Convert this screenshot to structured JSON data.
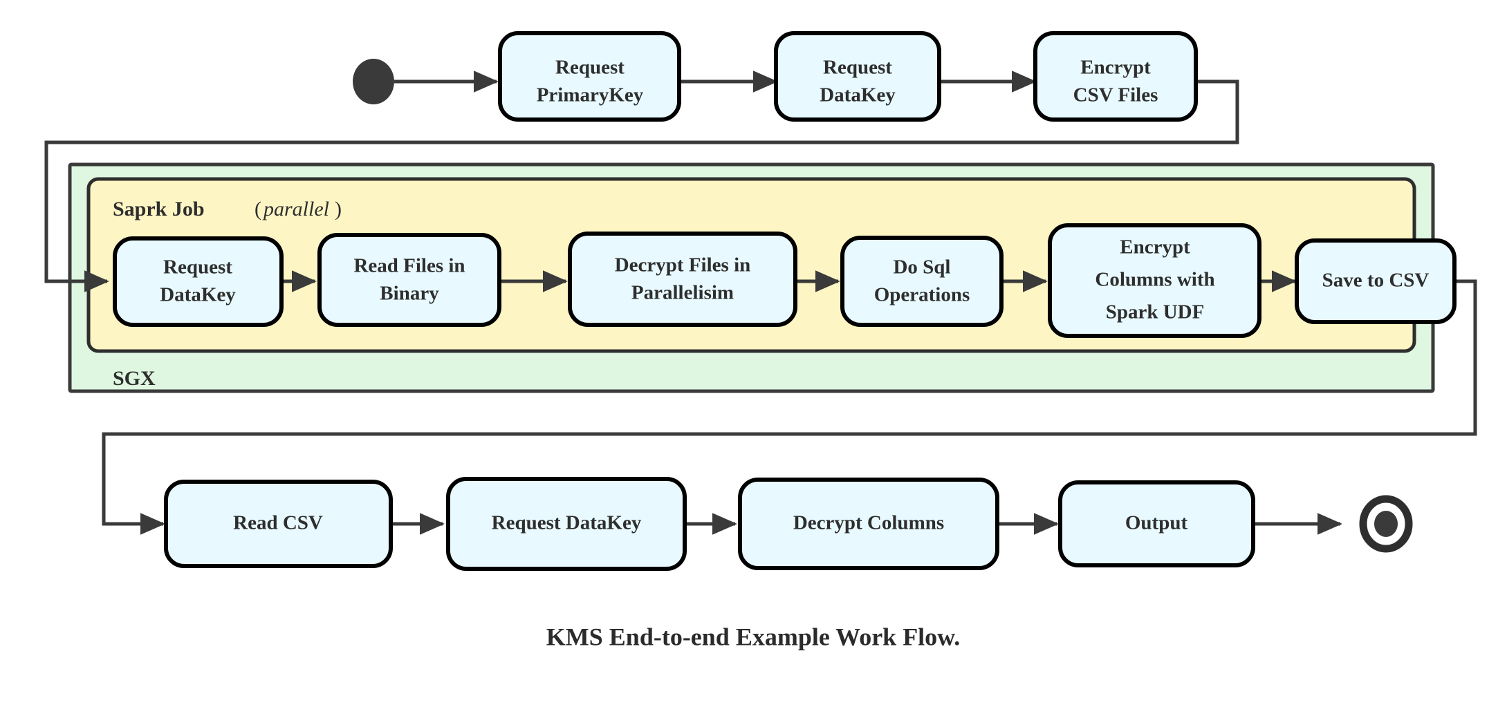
{
  "diagram": {
    "caption": "KMS End-to-end Example Work Flow.",
    "colors": {
      "node_fill": "#e8faff",
      "node_stroke": "#000000",
      "sgx_fill": "#dff7e1",
      "spark_fill": "#fdf5c4",
      "group_stroke": "#3a3a3a",
      "edge_stroke": "#3a3a3a",
      "text": "#2e2e2e",
      "background": "#ffffff"
    },
    "groups": [
      {
        "id": "sgx",
        "label": "SGX",
        "label_position": "bottom-left",
        "fill": "#dff7e1"
      },
      {
        "id": "spark-job",
        "label": "Saprk Job",
        "label_suffix_open": "(",
        "label_suffix_italic": "parallel",
        "label_suffix_close": ")",
        "label_position": "top-left",
        "fill": "#fdf5c4"
      }
    ],
    "markers": {
      "start": "start-node-filled-circle",
      "end": "end-node-ring-with-dot"
    },
    "rows": [
      {
        "id": "row-top",
        "nodes": [
          {
            "id": "request-primarykey",
            "lines": [
              "Request",
              "PrimaryKey"
            ]
          },
          {
            "id": "request-datakey-top",
            "lines": [
              "Request",
              "DataKey"
            ]
          },
          {
            "id": "encrypt-csv-files",
            "lines": [
              "Encrypt",
              "CSV Files"
            ]
          }
        ]
      },
      {
        "id": "row-spark",
        "nodes": [
          {
            "id": "request-datakey-spark",
            "lines": [
              "Request",
              "DataKey"
            ]
          },
          {
            "id": "read-files-in-binary",
            "lines": [
              "Read Files in",
              "Binary"
            ]
          },
          {
            "id": "decrypt-files-in-parallelisim",
            "lines": [
              "Decrypt Files in",
              "Parallelisim"
            ]
          },
          {
            "id": "do-sql-operations",
            "lines": [
              "Do Sql",
              "Operations"
            ]
          },
          {
            "id": "encrypt-columns-with-spark-udf",
            "lines": [
              "Encrypt",
              "Columns with",
              "Spark UDF"
            ]
          },
          {
            "id": "save-to-csv",
            "lines": [
              "Save to CSV"
            ]
          }
        ]
      },
      {
        "id": "row-bottom",
        "nodes": [
          {
            "id": "read-csv",
            "lines": [
              "Read CSV"
            ]
          },
          {
            "id": "request-datakey-bottom",
            "lines": [
              "Request DataKey"
            ]
          },
          {
            "id": "decrypt-columns",
            "lines": [
              "Decrypt Columns"
            ]
          },
          {
            "id": "output",
            "lines": [
              "Output"
            ]
          }
        ]
      }
    ]
  }
}
